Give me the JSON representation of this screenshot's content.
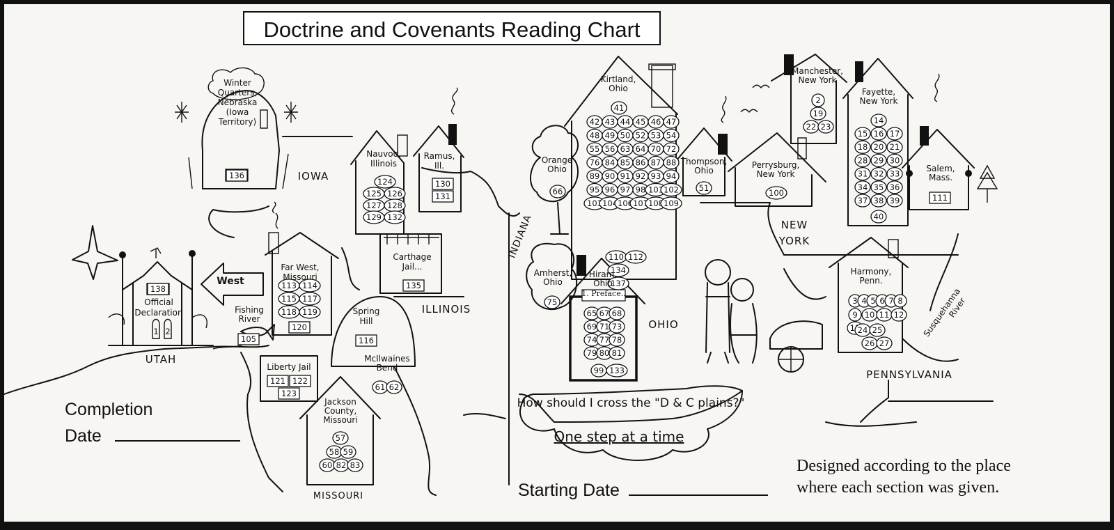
{
  "title": "Doctrine and Covenants Reading Chart",
  "completion_label_1": "Completion",
  "completion_label_2": "Date",
  "starting_label": "Starting Date",
  "credit_line_1": "Designed according to the place",
  "credit_line_2": "where each section was given.",
  "cloud_question": "How should I cross the \"D & C plains?\"",
  "cloud_answer": "One step at a time",
  "arrow_label": "West",
  "regions": {
    "iowa": "IOWA",
    "illinois": "ILLINOIS",
    "indiana": "INDIANA",
    "ohio": "OHIO",
    "new_york": [
      "NEW",
      "YORK"
    ],
    "pennsylvania": "PENNSYLVANIA",
    "missouri": "MISSOURI",
    "utah": "UTAH",
    "river": [
      "Susquehanna",
      "River"
    ]
  },
  "places": [
    {
      "id": "winter-quarters",
      "name_lines": [
        "Winter",
        "Quarters,",
        "Nebraska",
        "(Iowa",
        "Territory)"
      ],
      "sections": [
        "136"
      ]
    },
    {
      "id": "utah",
      "name_lines": [
        "Official",
        "Declaration"
      ],
      "sections": [
        "138",
        "1",
        "2"
      ]
    },
    {
      "id": "nauvoo",
      "name_lines": [
        "Nauvoo,",
        "Illinois"
      ],
      "sections": [
        "124",
        "125",
        "126",
        "127",
        "128",
        "129",
        "132"
      ]
    },
    {
      "id": "ramus",
      "name_lines": [
        "Ramus,",
        "Ill."
      ],
      "sections": [
        "130",
        "131"
      ]
    },
    {
      "id": "carthage",
      "name_lines": [
        "Carthage",
        "Jail..."
      ],
      "sections": [
        "135"
      ]
    },
    {
      "id": "far-west",
      "name_lines": [
        "Far West,",
        "Missouri"
      ],
      "sections": [
        "113",
        "114",
        "115",
        "117",
        "118",
        "119",
        "120"
      ]
    },
    {
      "id": "fishing-river",
      "name_lines": [
        "Fishing",
        "River"
      ],
      "sections": [
        "105"
      ]
    },
    {
      "id": "spring-hill",
      "name_lines": [
        "Spring",
        "Hill"
      ],
      "sections": [
        "116"
      ]
    },
    {
      "id": "liberty-jail",
      "name_lines": [
        "Liberty Jail"
      ],
      "sections": [
        "121",
        "122",
        "123"
      ]
    },
    {
      "id": "mcilwaines-bend",
      "name_lines": [
        "McIlwaines",
        "Bend"
      ],
      "sections": [
        "61",
        "62"
      ]
    },
    {
      "id": "jackson-county",
      "name_lines": [
        "Jackson",
        "County,",
        "Missouri"
      ],
      "sections": [
        "57",
        "58",
        "59",
        "60",
        "82",
        "83"
      ]
    },
    {
      "id": "orange",
      "name_lines": [
        "Orange",
        "Ohio"
      ],
      "sections": [
        "66"
      ]
    },
    {
      "id": "amherst",
      "name_lines": [
        "Amherst,",
        "Ohio"
      ],
      "sections": [
        "75"
      ]
    },
    {
      "id": "kirtland",
      "name_lines": [
        "Kirtland,",
        "Ohio"
      ],
      "sections": [
        "41",
        "42",
        "43",
        "44",
        "45",
        "46",
        "47",
        "48",
        "49",
        "50",
        "52",
        "53",
        "54",
        "55",
        "56",
        "63",
        "64",
        "70",
        "72",
        "76",
        "84",
        "85",
        "86",
        "87",
        "88",
        "89",
        "90",
        "91",
        "92",
        "93",
        "94",
        "95",
        "96",
        "97",
        "98",
        "101",
        "102",
        "103",
        "104",
        "106",
        "107",
        "108",
        "109",
        "110",
        "112",
        "134",
        "137"
      ]
    },
    {
      "id": "hiram",
      "name_lines": [
        "Hiram,",
        "Ohio"
      ],
      "preface": "1. Preface..",
      "sections": [
        "65",
        "67",
        "68",
        "69",
        "71",
        "73",
        "74",
        "77",
        "78",
        "79",
        "80",
        "81",
        "99",
        "133"
      ]
    },
    {
      "id": "thompson",
      "name_lines": [
        "Thompson,",
        "Ohio"
      ],
      "sections": [
        "51"
      ]
    },
    {
      "id": "perrysburg",
      "name_lines": [
        "Perrysburg,",
        "New York"
      ],
      "sections": [
        "100"
      ]
    },
    {
      "id": "manchester",
      "name_lines": [
        "Manchester,",
        "New York"
      ],
      "sections": [
        "2",
        "19",
        "22",
        "23"
      ]
    },
    {
      "id": "fayette",
      "name_lines": [
        "Fayette,",
        "New York"
      ],
      "sections": [
        "14",
        "15",
        "16",
        "17",
        "18",
        "20",
        "21",
        "28",
        "29",
        "30",
        "31",
        "32",
        "33",
        "34",
        "35",
        "36",
        "37",
        "38",
        "39",
        "40"
      ]
    },
    {
      "id": "salem",
      "name_lines": [
        "Salem,",
        "Mass."
      ],
      "sections": [
        "111"
      ]
    },
    {
      "id": "harmony",
      "name_lines": [
        "Harmony,",
        "Penn."
      ],
      "sections": [
        "3",
        "4",
        "5",
        "6",
        "7",
        "8",
        "9",
        "10",
        "11",
        "12",
        "13",
        "24",
        "25",
        "26",
        "27"
      ]
    }
  ]
}
